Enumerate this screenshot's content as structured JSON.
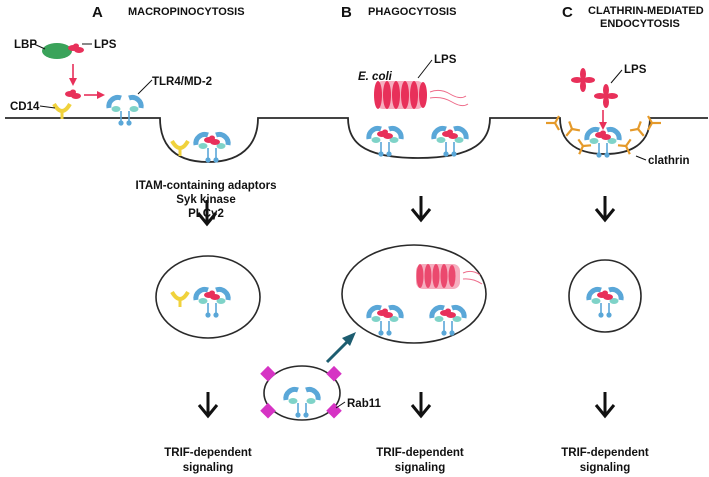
{
  "panels": [
    {
      "letter": "A",
      "title_line1": "MACROPINOCYTOSIS",
      "title_line2": ""
    },
    {
      "letter": "B",
      "title_line1": "PHAGOCYTOSIS",
      "title_line2": ""
    },
    {
      "letter": "C",
      "title_line1": "CLATHRIN-MEDIATED",
      "title_line2": "ENDOCYTOSIS"
    }
  ],
  "labels": {
    "lbp": "LBP",
    "lps_a": "LPS",
    "cd14": "CD14",
    "tlr4": "TLR4/MD-2",
    "itam": "ITAM-containing adaptors",
    "syk": "Syk kinase",
    "plc": "PLCγ2",
    "ecoli": "E. coli",
    "lps_b": "LPS",
    "lps_c": "LPS",
    "clathrin": "clathrin",
    "rab11": "Rab11"
  },
  "signaling": [
    {
      "line1": "TRIF-dependent",
      "line2": "signaling"
    },
    {
      "line1": "TRIF-dependent",
      "line2": "signaling"
    },
    {
      "line1": "TRIF-dependent",
      "line2": "signaling"
    }
  ],
  "colors": {
    "lps": "#e8305a",
    "lbp": "#3aa35a",
    "cd14": "#f0d23c",
    "tlr4": "#5aa7d8",
    "md2": "#7fd3c8",
    "clathrin": "#e59a2a",
    "rab11": "#d633c4",
    "ecoli": "#ee6c8a",
    "arrow_teal": "#1d5d70"
  }
}
